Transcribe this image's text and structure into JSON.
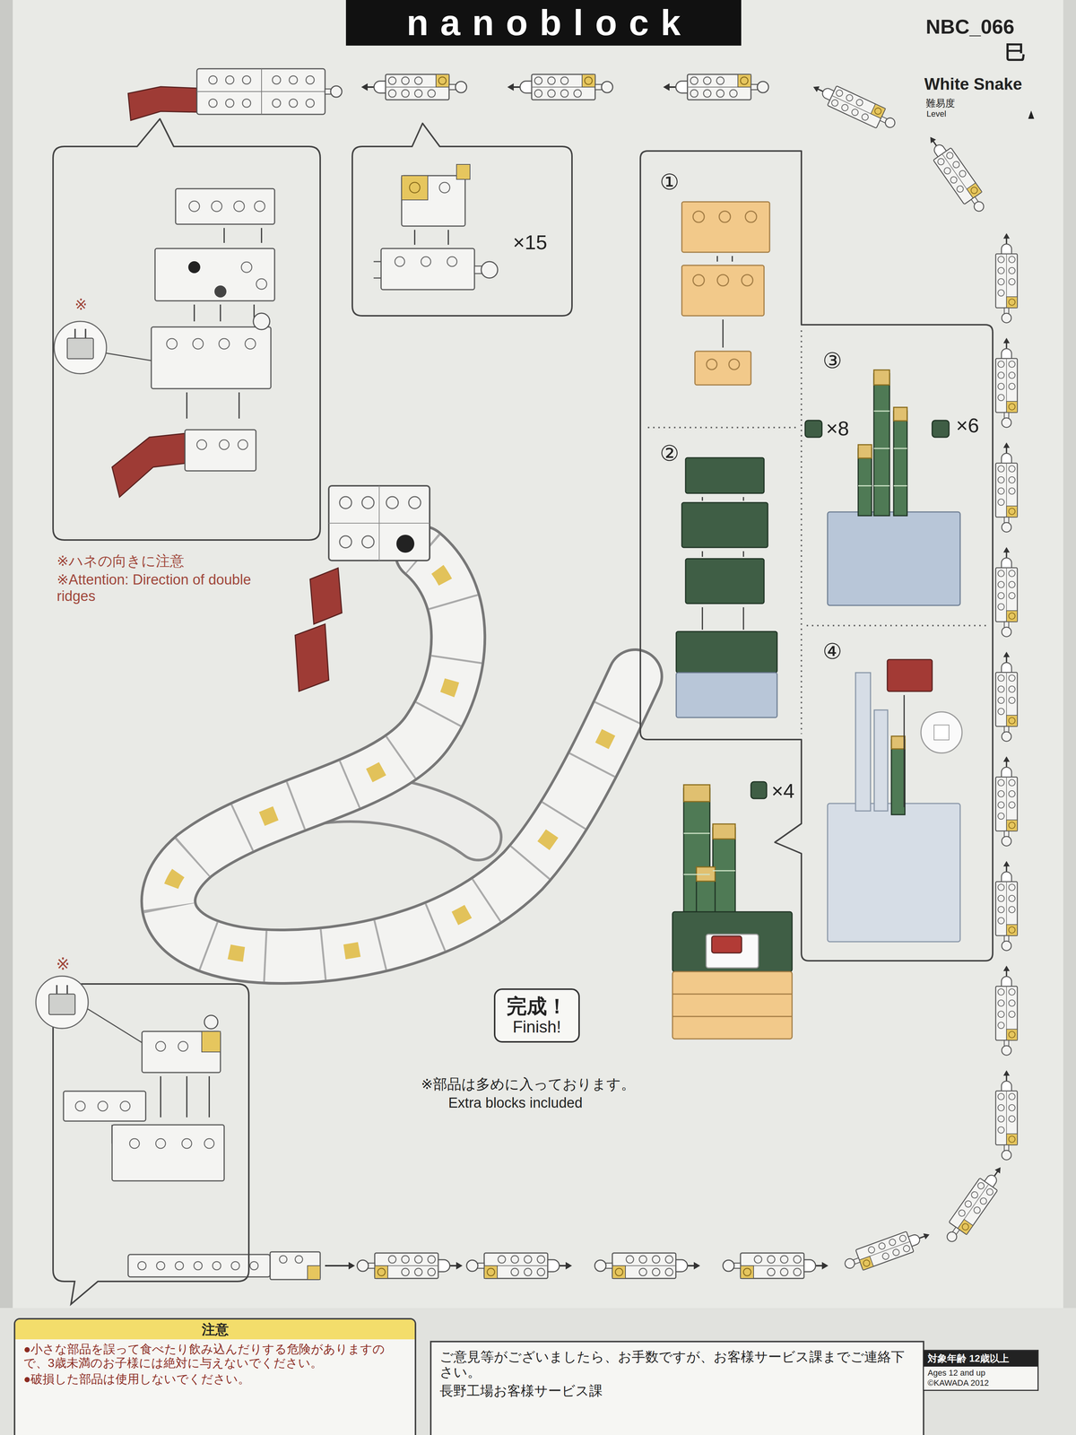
{
  "diagram": {
    "title": "nanoblock",
    "nodes": [
      {
        "text": [
          "※"
        ]
      },
      {
        "text": [
          "×15"
        ]
      },
      {
        "text": [
          "①",
          "③",
          "×8",
          "×6",
          "②",
          "④"
        ]
      },
      {
        "text": [
          "完成！",
          "Finish!"
        ]
      },
      {
        "text": [
          "注意",
          "●小さな部品を誤って食べたり飲み込んだりする危険がありますので、3歳未満のお子様には絶対に与えないでください。",
          "●破損した部品は使用しないでください。"
        ]
      },
      {
        "text": [
          "ご意見等がございましたら、お手数ですが、お客様サービス課までご連絡下さい。",
          "長野工場お客様サービス課"
        ]
      },
      {
        "text": [
          "対象年齢 12歳以上",
          "Ages 12 and up",
          "©KAWADA 2012"
        ]
      }
    ],
    "labels": [
      "NBC_066",
      "巳",
      "White Snake",
      "難易度",
      "Level",
      "※ハネの向きに注意",
      "※Attention: Direction of double ridges",
      "※",
      "×4",
      "※部品は多めに入っております。",
      "Extra blocks included"
    ]
  }
}
